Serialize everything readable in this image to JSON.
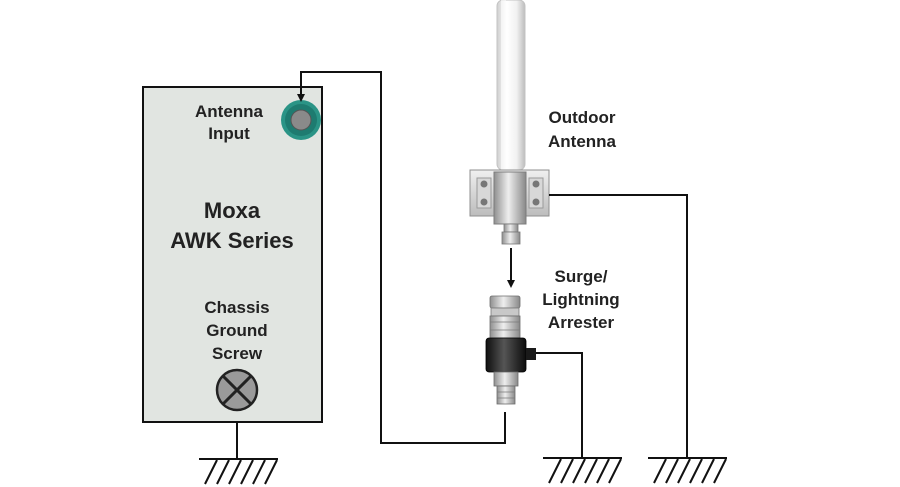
{
  "device": {
    "antenna_input_label": [
      "Antenna",
      "Input"
    ],
    "title_line1": "Moxa",
    "title_line2": "AWK Series",
    "ground_label": [
      "Chassis",
      "Ground",
      "Screw"
    ]
  },
  "outdoor_antenna_label": [
    "Outdoor",
    "Antenna"
  ],
  "arrester_label": [
    "Surge/",
    "Lightning",
    "Arrester"
  ],
  "colors": {
    "device_fill": "#e1e5e1",
    "line": "#111111",
    "connector_teal": "#2a9486",
    "connector_gray": "#8a8a8a"
  },
  "icons": {
    "ground_screw": "circle-x-icon",
    "ground": "earth-ground-icon",
    "antenna": "outdoor-antenna-icon",
    "arrester": "surge-arrester-icon"
  }
}
